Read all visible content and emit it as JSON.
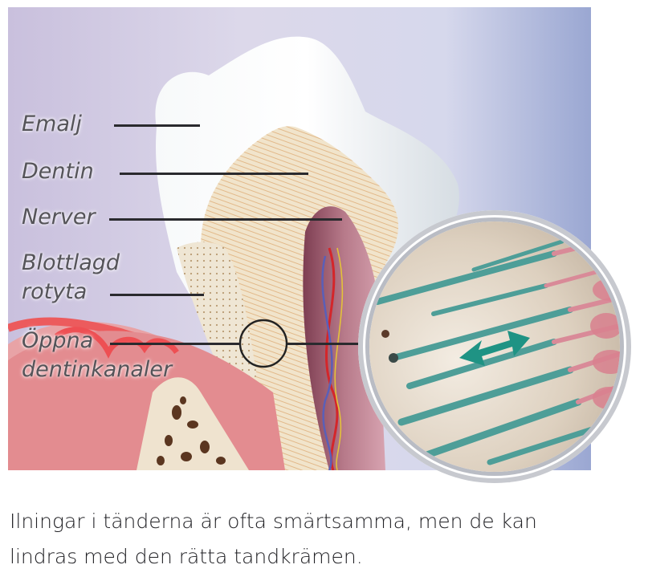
{
  "illustration": {
    "alt": "Cross-section of a tooth showing enamel, dentin, nerves, exposed root surface and open dentinal tubules, with a magnified inset of the tubules",
    "labels": [
      {
        "id": "emalj",
        "text": "Emalj"
      },
      {
        "id": "dentin",
        "text": "Dentin"
      },
      {
        "id": "nerver",
        "text": "Nerver"
      },
      {
        "id": "blottlagd_line1",
        "text": "Blottlagd"
      },
      {
        "id": "blottlagd_line2",
        "text": "rotyta"
      },
      {
        "id": "oppna_line1",
        "text": "Öppna"
      },
      {
        "id": "oppna_line2",
        "text": "dentinkanaler"
      }
    ],
    "colors": {
      "background_left": "#c9c0dd",
      "background_right": "#9aa7d2",
      "enamel": "#f2f4f6",
      "dentin": "#efe0c4",
      "pulp": "#9a5a6e",
      "gum": "#e58e92",
      "bone": "#efe3cf",
      "tubule": "#4e9e98",
      "arrow": "#1f9384",
      "nerve_cell": "#d9808f"
    }
  },
  "caption": {
    "line1": "Ilningar i tänderna är ofta smärtsamma, men de kan",
    "line2": "lindras med den rätta tandkrämen."
  }
}
